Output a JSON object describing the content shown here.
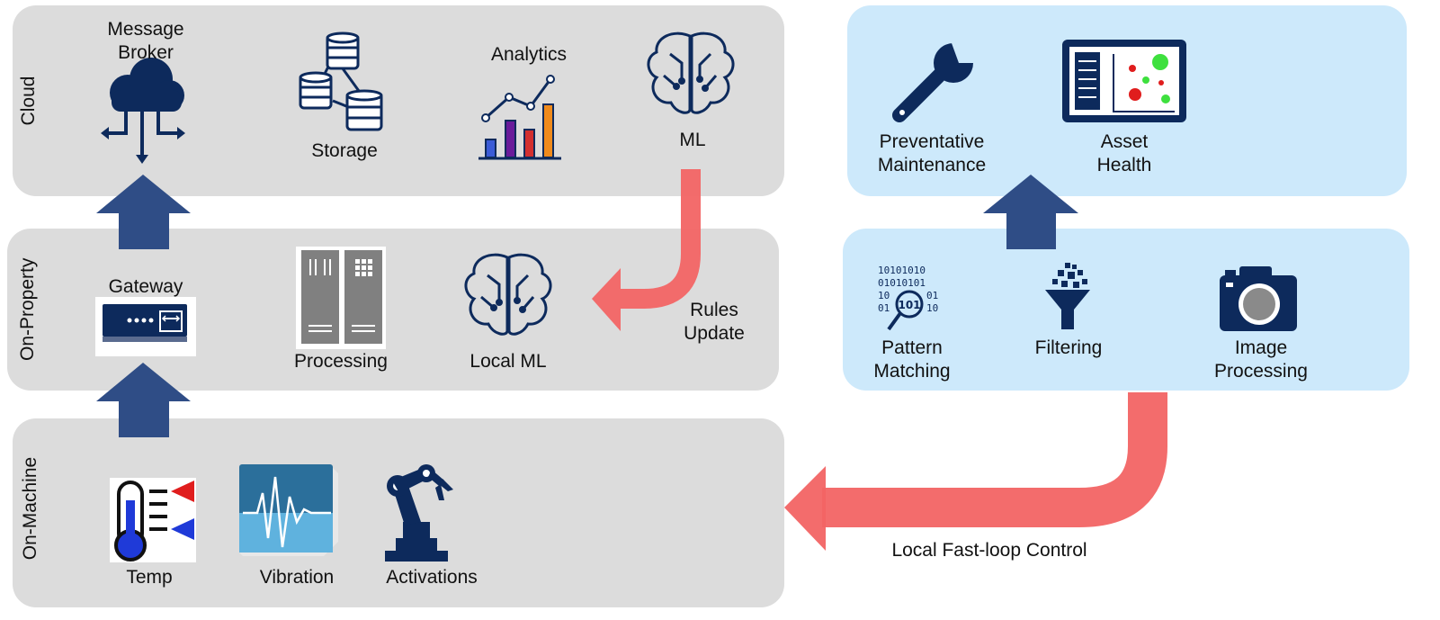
{
  "colors": {
    "navy": "#0d2a5c",
    "arrow_blue": "#2f4d86",
    "arrow_red": "#f26464",
    "panel_gray": "#dcdcdc",
    "panel_blue": "#cde9fb"
  },
  "tiers": {
    "cloud": "Cloud",
    "on_property": "On-Property",
    "on_machine": "On-Machine"
  },
  "cloud": {
    "message_broker": "Message\nBroker",
    "storage": "Storage",
    "analytics": "Analytics",
    "ml": "ML"
  },
  "on_property": {
    "gateway": "Gateway",
    "processing": "Processing",
    "local_ml": "Local ML",
    "rules_update": "Rules\nUpdate"
  },
  "on_machine": {
    "temp": "Temp",
    "vibration": "Vibration",
    "activations": "Activations"
  },
  "outcomes": {
    "preventative_maintenance": "Preventative\nMaintenance",
    "asset_health": "Asset\nHealth"
  },
  "edge_processing": {
    "pattern_matching": "Pattern\nMatching",
    "filtering": "Filtering",
    "image_processing": "Image\nProcessing",
    "binary_text": [
      "10101010",
      "01010101",
      "10",
      "01",
      "01",
      "10"
    ],
    "lens_text": "101"
  },
  "fast_loop": "Local Fast-loop Control"
}
